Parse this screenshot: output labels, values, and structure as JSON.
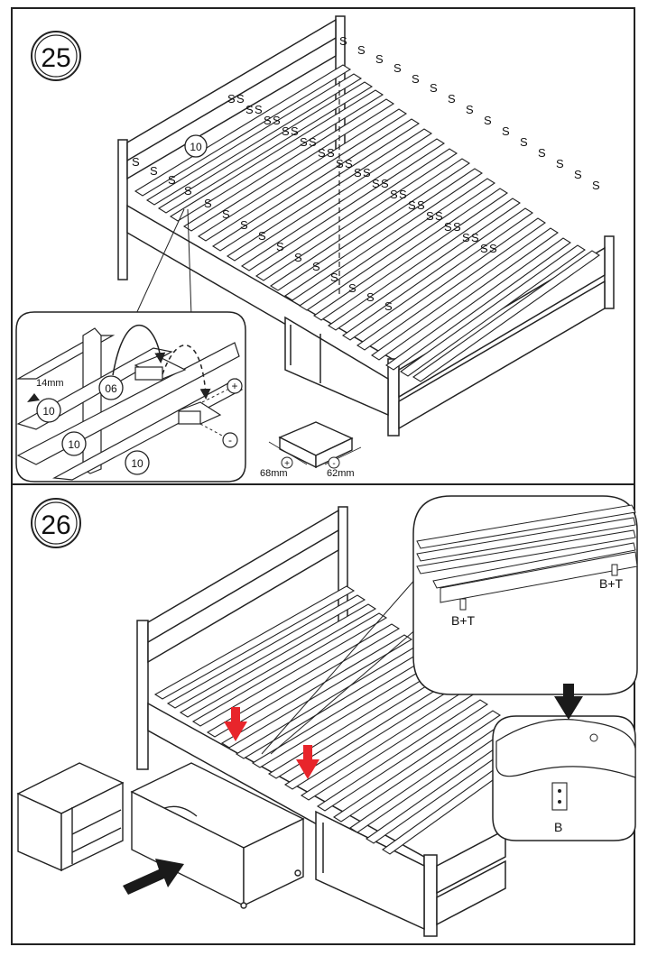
{
  "steps": {
    "step25": {
      "number": "25",
      "screw_label": "S",
      "slat_part": "10",
      "detail": {
        "spacer_part": "06",
        "slat_labels": [
          "10",
          "10",
          "10"
        ],
        "gap": "14mm",
        "plus_sign": "+",
        "minus_sign": "-"
      },
      "spacer": {
        "plus_size": "68mm",
        "minus_size": "62mm",
        "plus_sign": "+",
        "minus_sign": "-"
      }
    },
    "step26": {
      "number": "26",
      "detail_top": {
        "label_left": "B+T",
        "label_right": "B+T"
      },
      "detail_bottom": {
        "label": "B"
      }
    }
  },
  "colors": {
    "line": "#222222",
    "accent_arrow": "#e8252b",
    "push_arrow": "#1a1a1a"
  }
}
